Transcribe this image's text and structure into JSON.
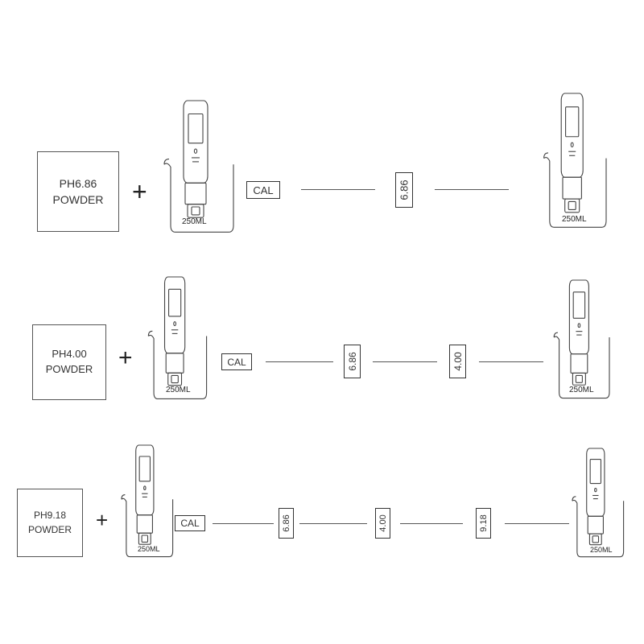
{
  "rows": [
    {
      "powder_line1": "PH6.86",
      "powder_line2": "POWDER",
      "plus": "+",
      "beaker_label": "250ML",
      "cal": "CAL",
      "readings": [
        "6.86"
      ],
      "end_beaker_label": "250ML"
    },
    {
      "powder_line1": "PH4.00",
      "powder_line2": "POWDER",
      "plus": "+",
      "beaker_label": "250ML",
      "cal": "CAL",
      "readings": [
        "6.86",
        "4.00"
      ],
      "end_beaker_label": "250ML"
    },
    {
      "powder_line1": "PH9.18",
      "powder_line2": "POWDER",
      "plus": "+",
      "beaker_label": "250ML",
      "cal": "CAL",
      "readings": [
        "6.86",
        "4.00",
        "9.18"
      ],
      "end_beaker_label": "250ML"
    }
  ]
}
